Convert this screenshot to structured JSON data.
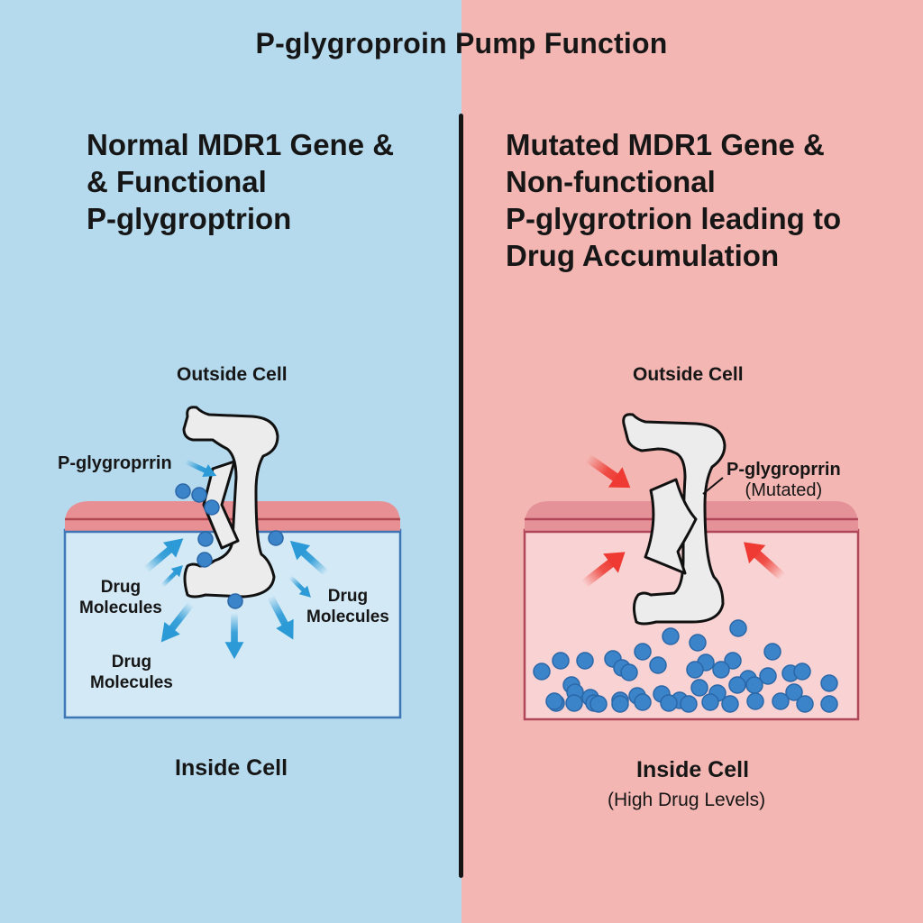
{
  "title": "P-glygroproin Pump Function",
  "colors": {
    "left_background": "#b5daee",
    "right_background": "#f3b6b3",
    "membrane_left": "#e88f93",
    "membrane_right": "#e49198",
    "drug_molecule": "#3c84c9",
    "efflux_arrow": "#2b9ad6",
    "blocked_arrow": "#ee3a32",
    "protein_fill": "#ececec"
  },
  "left_panel": {
    "heading_lines": [
      "Normal MDR1 Gene &",
      "& Functional",
      "P-glygroptrion"
    ],
    "outside_label": "Outside Cell",
    "protein_label": "P-glygroprrin",
    "drug_labels": [
      [
        "Drug",
        "Molecules"
      ],
      [
        "Drug",
        "Molecules"
      ],
      [
        "Drug",
        "Molecules"
      ]
    ],
    "inside_label": "Inside Cell"
  },
  "right_panel": {
    "heading_lines": [
      "Mutated MDR1 Gene &",
      "Non-functional",
      "P-glygrotrion leading to",
      "Drug Accumulation"
    ],
    "outside_label": "Outside Cell",
    "protein_label_lines": [
      "P-glygroprrin",
      "(Mutated)"
    ],
    "inside_label": "Inside Cell",
    "inside_sublabel": "(High Drug Levels)"
  }
}
